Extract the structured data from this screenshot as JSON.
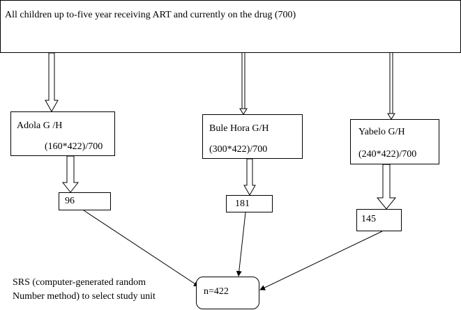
{
  "top_box": {
    "text": "All children up to-five year receiving ART and currently on the drug (700)"
  },
  "sites": [
    {
      "name": "Adola G /H",
      "formula": "(160*422)/700",
      "sample": "96"
    },
    {
      "name": "Bule Hora G/H",
      "formula": "(300*422)/700",
      "sample": "181"
    },
    {
      "name": "Yabelo G/H",
      "formula": "(240*422)/700",
      "sample": "145"
    }
  ],
  "total": {
    "text": "n=422"
  },
  "note": {
    "line1": "SRS (computer-generated random",
    "line2": "Number method) to select study unit"
  },
  "colors": {
    "line": "#000000",
    "background": "#ffffff"
  }
}
